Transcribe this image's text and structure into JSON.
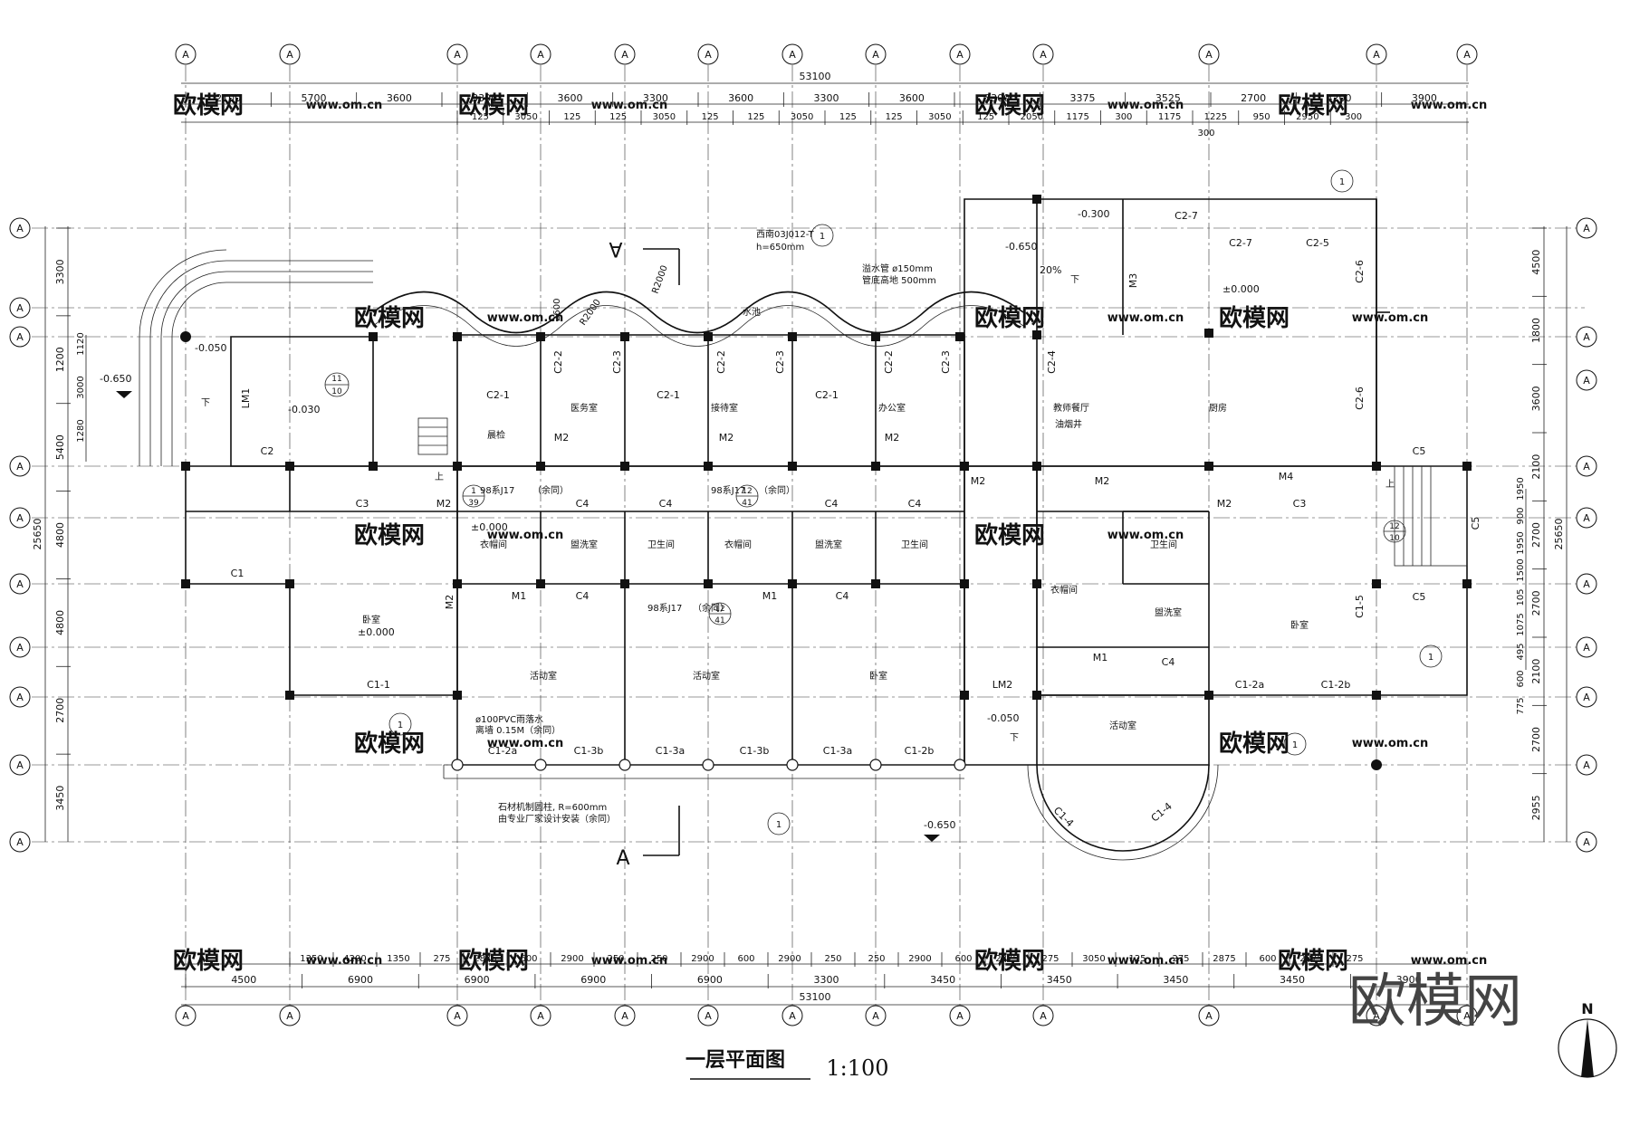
{
  "drawing": {
    "title": "一层平面图",
    "scale": "1:100",
    "north_label": "N",
    "logo_text": "欧模网",
    "watermarks": [
      "欧模网",
      "www.om.cn"
    ]
  },
  "grid_bubbles": {
    "label": "A"
  },
  "dimensions": {
    "overall_top": "53100",
    "overall_bottom": "53100",
    "overall_left": "25650",
    "overall_right": "25650",
    "top_row1": [
      "2100",
      "5700",
      "3600",
      "3300",
      "3600",
      "3300",
      "3600",
      "3300",
      "3600",
      "3300",
      "3375",
      "3525",
      "2700",
      "4200",
      "3900"
    ],
    "top_row2": [
      "125",
      "3050",
      "125",
      "125",
      "3050",
      "125",
      "125",
      "3050",
      "125",
      "125",
      "3050",
      "125",
      "2050",
      "1175",
      "300",
      "1175",
      "1225",
      "950",
      "2950",
      "300"
    ],
    "top_row2_note": "300",
    "bottom_row1": [
      "1350",
      "4200",
      "1350",
      "275",
      "2875",
      "600",
      "2900",
      "250",
      "250",
      "2900",
      "600",
      "2900",
      "250",
      "250",
      "2900",
      "600",
      "2875",
      "275",
      "3050",
      "125",
      "275",
      "2875",
      "600",
      "2875",
      "275"
    ],
    "bottom_row2": [
      "4500",
      "6900",
      "6900",
      "6900",
      "6900",
      "3300",
      "3450",
      "3450",
      "3450",
      "3450",
      "3900"
    ],
    "left_col": [
      "3300",
      "1200",
      "5400",
      "4800",
      "4800",
      "2700",
      "3450"
    ],
    "left_col_inner": [
      "1120",
      "3000",
      "1280"
    ],
    "right_col": [
      "4500",
      "1800",
      "3600",
      "2100",
      "2700",
      "2700",
      "2100",
      "2700",
      "2955"
    ],
    "right_col_inner": [
      "1950",
      "900",
      "1950",
      "1500",
      "105",
      "1075",
      "495",
      "600",
      "775"
    ]
  },
  "rooms": [
    {
      "key": "morning_check",
      "label": "晨检"
    },
    {
      "key": "medical",
      "label": "医务室"
    },
    {
      "key": "reception",
      "label": "接待室"
    },
    {
      "key": "office",
      "label": "办公室"
    },
    {
      "key": "staff_dining",
      "label": "教师餐厅"
    },
    {
      "key": "kitchen",
      "label": "厨房"
    },
    {
      "key": "bedroom_w",
      "label": "卧室"
    },
    {
      "key": "activity_1",
      "label": "活动室"
    },
    {
      "key": "activity_2",
      "label": "活动室"
    },
    {
      "key": "bedroom_mid",
      "label": "卧室"
    },
    {
      "key": "activity_e",
      "label": "活动室"
    },
    {
      "key": "bedroom_e",
      "label": "卧室"
    },
    {
      "key": "cloak_1",
      "label": "衣帽间"
    },
    {
      "key": "cloak_2",
      "label": "衣帽间"
    },
    {
      "key": "cloak_3",
      "label": "衣帽间"
    },
    {
      "key": "wash_1",
      "label": "盥洗室"
    },
    {
      "key": "wash_2",
      "label": "盥洗室"
    },
    {
      "key": "wash_3",
      "label": "盥洗室"
    },
    {
      "key": "wc_1",
      "label": "卫生间"
    },
    {
      "key": "wc_2",
      "label": "卫生间"
    },
    {
      "key": "wc_3",
      "label": "卫生间"
    },
    {
      "key": "pool",
      "label": "水池"
    },
    {
      "key": "oil_well",
      "label": "油烟井"
    }
  ],
  "openings": {
    "windows": [
      "C1",
      "C1-1",
      "C1-2a",
      "C1-3b",
      "C1-3a",
      "C1-3b",
      "C1-3a",
      "C1-2b",
      "C1-4",
      "C1-4",
      "C1-2a",
      "C1-2b",
      "C1-5",
      "C2",
      "C2-1",
      "C2-1",
      "C2-1",
      "C2-2",
      "C2-3",
      "C2-2",
      "C2-3",
      "C2-2",
      "C2-3",
      "C2-4",
      "C2-5",
      "C2-6",
      "C2-6",
      "C2-7",
      "C2-7",
      "C3",
      "C3",
      "C4",
      "C4",
      "C4",
      "C4",
      "C4",
      "C4",
      "C4",
      "C5",
      "C5",
      "C5",
      "LM1",
      "LM2"
    ],
    "doors": [
      "M1",
      "M1",
      "M1",
      "M2",
      "M2",
      "M2",
      "M2",
      "M2",
      "M2",
      "M2",
      "M2",
      "M3",
      "M4"
    ]
  },
  "levels": [
    "-0.650",
    "-0.050",
    "-0.030",
    "±0.000",
    "±0.000",
    "-0.300",
    "-0.650",
    "±0.000",
    "-0.050",
    "-0.650",
    "20%"
  ],
  "labels": {
    "up": "上",
    "down": "下",
    "j17": "98系J17",
    "typical": "（余同）",
    "section": "A",
    "detail_num": "1",
    "detail_ref_a": "11",
    "detail_ref_b": "10",
    "detail_ref_c": "12",
    "detail_ref_d": "41",
    "detail_ref_e": "39",
    "r2000": "R2000",
    "r2000b": "R2000",
    "wall_ref": "西南03J012-T",
    "wall_h": "h=650mm",
    "overflow_note": "溢水管 ø150mm",
    "overflow_note2": "管底高地 500mm",
    "drain_note": "ø100PVC雨落水",
    "drain_note2": "离墙 0.15M（余同）",
    "column_note": "石材机制圆柱, R=600mm",
    "column_note2": "由专业厂家设计安装（余同）",
    "r2600": "2600"
  }
}
